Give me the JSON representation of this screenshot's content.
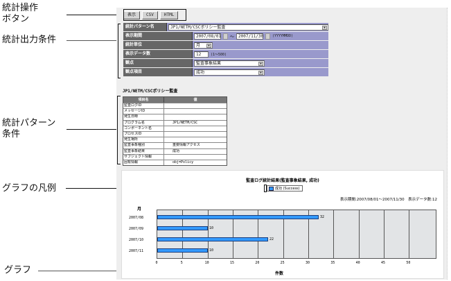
{
  "annotations": {
    "toolbar_buttons": "統計操作\nボタン",
    "toolbar_buttons_line1": "統計操作",
    "toolbar_buttons_line2": "ボタン",
    "output_conditions": "統計出力条件",
    "pattern_conditions_line1": "統計パターン",
    "pattern_conditions_line2": "条件",
    "graph_legend": "グラフの凡例",
    "graph": "グラフ"
  },
  "toolbar": {
    "display_label": "表示",
    "csv_label": "CSV",
    "html_label": "HTML"
  },
  "conditions": {
    "pattern_name_label": "統計パターン名",
    "pattern_name_value": "JP1/NETM/CSCポリシー監査",
    "period_label": "表示期間",
    "period_from": "2007/08/01",
    "period_sep": "～",
    "period_to": "2007/11/30",
    "period_format_hint": "(YYYYMMDD)",
    "unit_label": "統計単位",
    "unit_value": "月",
    "count_label": "表示データ数",
    "count_value": "12",
    "count_range_hint": "(1～500)",
    "viewpoint_label": "観点",
    "viewpoint_value": "監査事象結果",
    "viewpoint_item_label": "観点項目",
    "viewpoint_item_value": "成功"
  },
  "pattern": {
    "title": "JP1/NETM/CSCポリシー監査",
    "headers": [
      "項目名",
      "値"
    ],
    "rows": [
      {
        "key": "監査ログID",
        "value": ""
      },
      {
        "key": "メッセージID",
        "value": ""
      },
      {
        "key": "発生日時",
        "value": ""
      },
      {
        "key": "プログラム名",
        "value": "JP1/NETM/CSC"
      },
      {
        "key": "コンポーネント名",
        "value": ""
      },
      {
        "key": "プロセスID",
        "value": ""
      },
      {
        "key": "発生場所",
        "value": ""
      },
      {
        "key": "監査事象種別",
        "value": "重要情報アクセス"
      },
      {
        "key": "監査事象結果",
        "value": "成功"
      },
      {
        "key": "サブジェクト情報",
        "value": ""
      },
      {
        "key": "固有情報",
        "value": "obj=Policy"
      }
    ]
  },
  "chart": {
    "title": "監査ログ統計結果(監査事象結果, 成功)",
    "legend": "成功 (Success)",
    "meta": "表示期間:2007/08/01～2007/11/30　表示データ数:12",
    "y_axis_title": "月",
    "x_axis_title": "件数",
    "bar_color": "#3399ff",
    "plot_bg": "#e2e4e6"
  },
  "chart_data": {
    "type": "bar",
    "orientation": "horizontal",
    "title": "監査ログ統計結果(監査事象結果, 成功)",
    "categories": [
      "2007/08",
      "2007/09",
      "2007/10",
      "2007/11"
    ],
    "series": [
      {
        "name": "成功 (Success)",
        "values": [
          32,
          10,
          22,
          10
        ],
        "color": "#3399ff"
      }
    ],
    "xlabel": "件数",
    "ylabel": "月",
    "xlim": [
      0,
      55
    ],
    "xticks": [
      0,
      5,
      10,
      15,
      20,
      25,
      30,
      35,
      40,
      45,
      50
    ],
    "grid": true,
    "legend_position": "top",
    "data_labels": true
  }
}
